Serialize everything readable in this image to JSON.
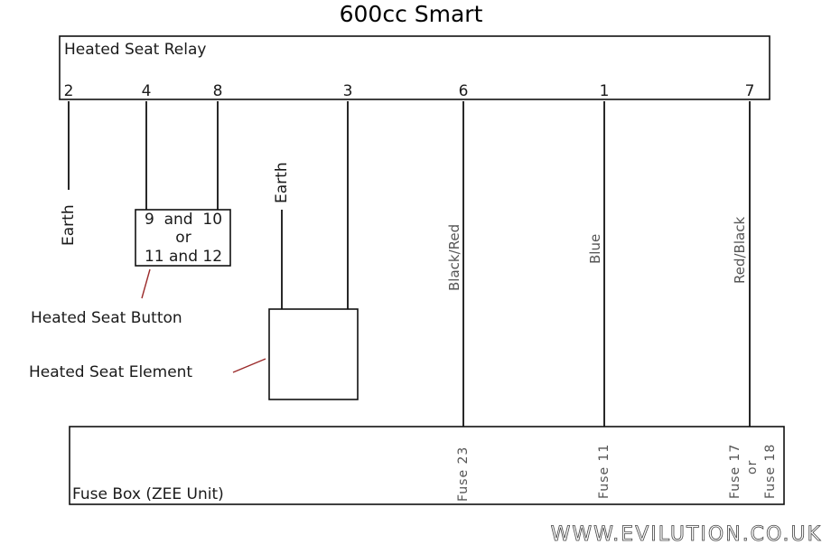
{
  "title": "600cc Smart",
  "relay": {
    "label": "Heated Seat Relay",
    "pins": [
      "2",
      "4",
      "8",
      "3",
      "6",
      "1",
      "7"
    ]
  },
  "earth_labels": [
    "Earth",
    "Earth"
  ],
  "button": {
    "lines": [
      "9  and  10",
      "or",
      "11 and 12"
    ],
    "label": "Heated Seat Button"
  },
  "element": {
    "label": "Heated Seat Element"
  },
  "wires": [
    "Black/Red",
    "Blue",
    "Red/Black"
  ],
  "fusebox": {
    "label": "Fuse Box (ZEE Unit)",
    "fuses": [
      "Fuse 23",
      "Fuse 11",
      "Fuse 17",
      "or",
      "Fuse 18"
    ]
  },
  "watermark": "WWW.EVILUTION.CO.UK"
}
